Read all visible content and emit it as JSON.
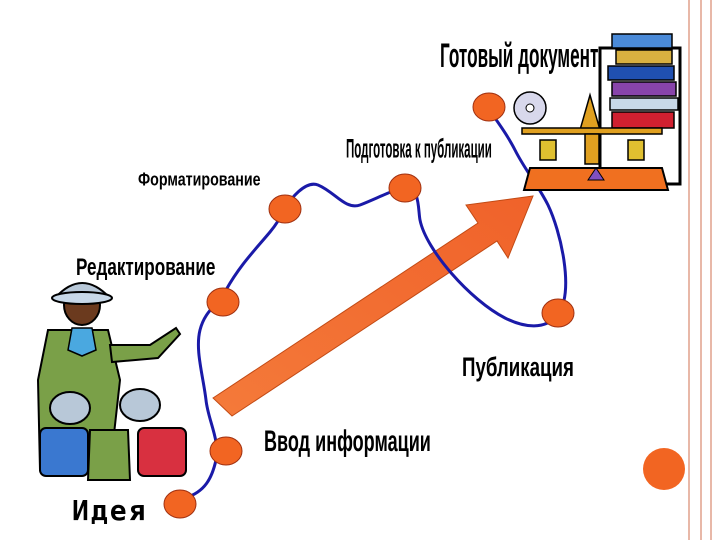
{
  "stages": {
    "idea": "Идея",
    "input": "Ввод  информации",
    "editing": "Редактирование",
    "formatting": "Форматирование",
    "prep": "Подготовка  к публикации",
    "ready": "Готовый  документ",
    "publication": "Публикация"
  },
  "colors": {
    "node": "#f26522",
    "path": "#1a1aa8",
    "arrow": "#f47a3a",
    "border": "#e8b8a8",
    "deco_circle": "#f26522"
  },
  "icons": {
    "people": "explorers-clipart",
    "document": "books-cd-scales-clipart"
  }
}
